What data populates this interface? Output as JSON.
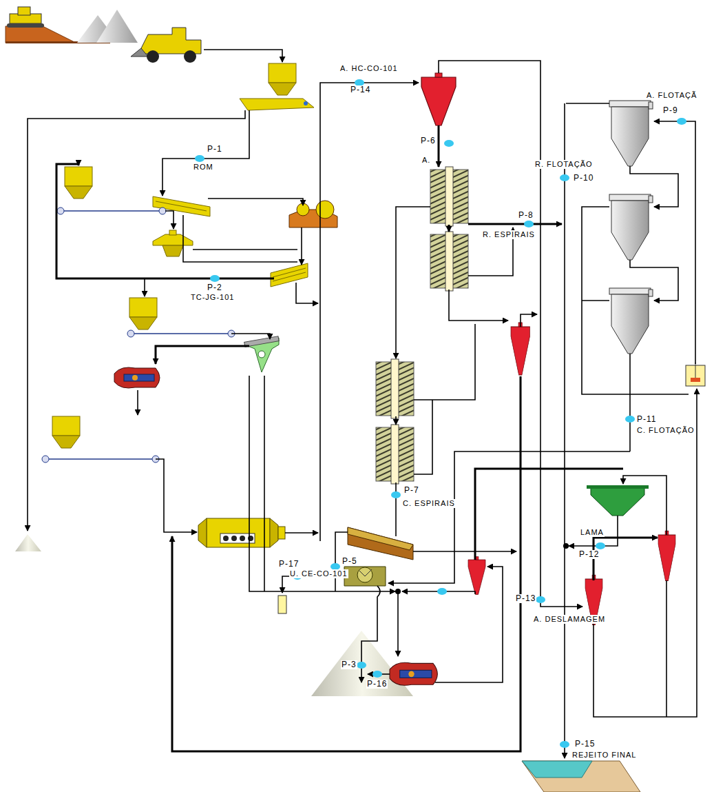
{
  "diagram": {
    "labels": [
      "A. HC-CO-101",
      "P-14",
      "A. FLOTAÇÃ",
      "P-9",
      "P-6",
      "R. FLOTAÇÃO",
      "P-10",
      "A.",
      "P-1",
      "ROM",
      "P-8",
      "R. ESPIRAIS",
      "P-2",
      "TC-JG-101",
      "P-11",
      "C. FLOTAÇÃO",
      "P-7",
      "C. ESPIRAIS",
      "LAMA",
      "P-12",
      "P-5",
      "U. CE-CO-101",
      "P-17",
      "P-13",
      "A. DESLAMAGEM",
      "P-3",
      "P-16",
      "P-15",
      "REJEITO FINAL"
    ]
  }
}
